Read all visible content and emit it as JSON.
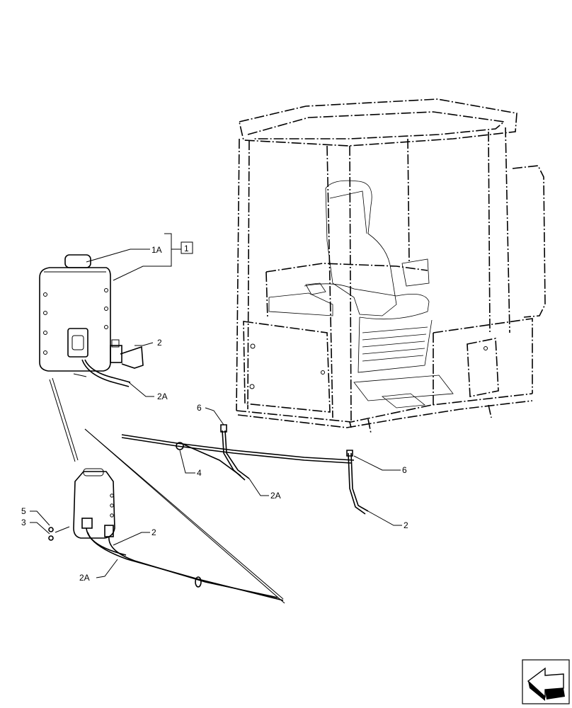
{
  "callouts": {
    "group_box": "1",
    "reservoir_assembly": "1A",
    "hose_upper": "2",
    "hose_upper_2a": "2A",
    "hose_mid_2a": "2A",
    "hose_mid": "2",
    "hose_lower": "2",
    "hose_lower_2a": "2A",
    "clip": "4",
    "nozzle_left": "6",
    "nozzle_right": "6",
    "screw": "5",
    "washer": "3"
  },
  "icons": {
    "navigation": "next-page-arrow-icon"
  }
}
